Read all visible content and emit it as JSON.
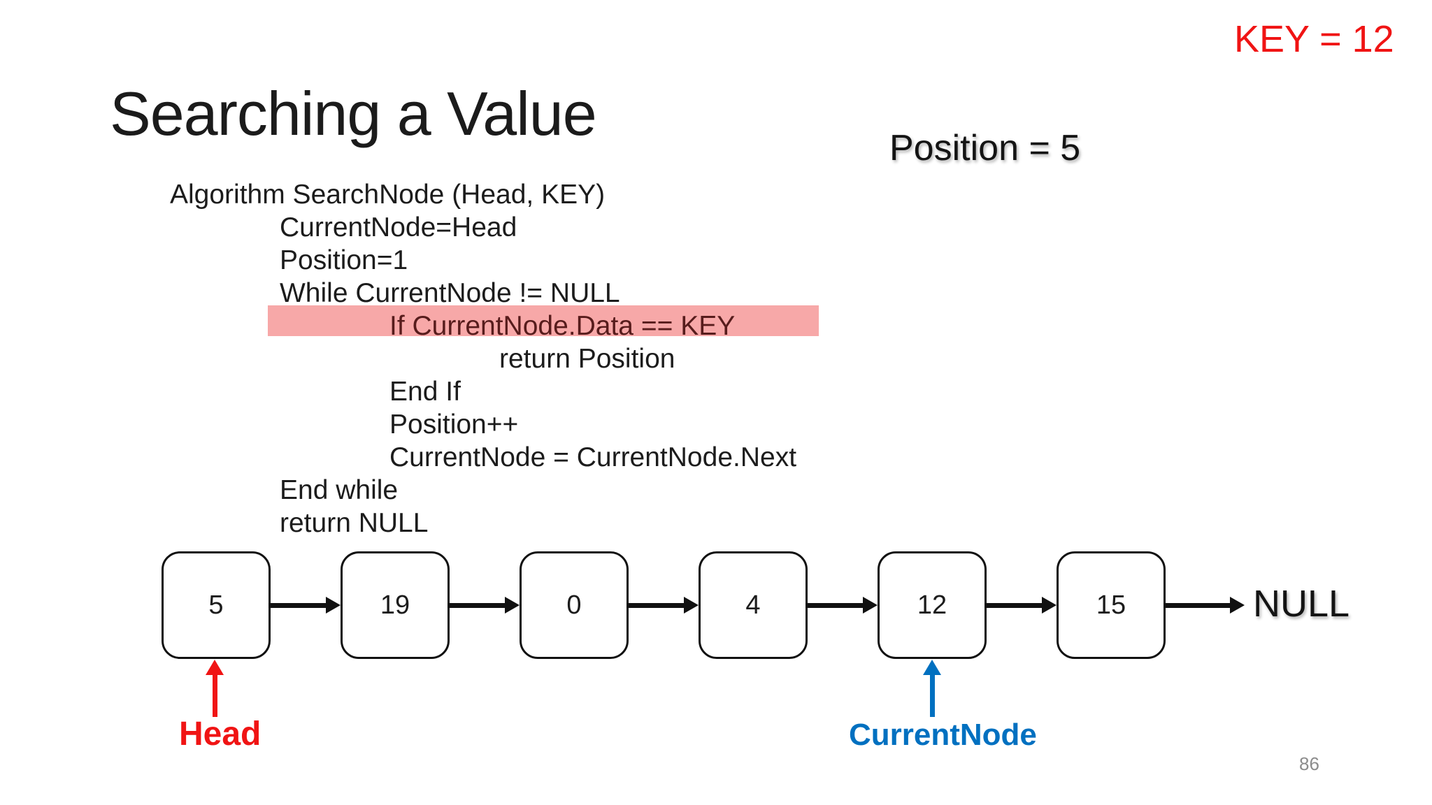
{
  "slide": {
    "key_label": "KEY = 12",
    "title": "Searching a Value",
    "position_label": "Position = 5",
    "page_number": "86"
  },
  "code": {
    "lines": [
      {
        "text": "Algorithm SearchNode (Head, KEY)",
        "indent": 0,
        "highlighted": false
      },
      {
        "text": "CurrentNode=Head",
        "indent": 1,
        "highlighted": false
      },
      {
        "text": "Position=1",
        "indent": 1,
        "highlighted": false
      },
      {
        "text": "While CurrentNode != NULL",
        "indent": 1,
        "highlighted": false
      },
      {
        "text": "If CurrentNode.Data == KEY",
        "indent": 2,
        "highlighted": true
      },
      {
        "text": "return Position",
        "indent": 3,
        "highlighted": false
      },
      {
        "text": "End If",
        "indent": 2,
        "highlighted": false
      },
      {
        "text": "Position++",
        "indent": 2,
        "highlighted": false
      },
      {
        "text": "CurrentNode = CurrentNode.Next",
        "indent": 2,
        "highlighted": false
      },
      {
        "text": "End while",
        "indent": 1,
        "highlighted": false
      },
      {
        "text": "return NULL",
        "indent": 1,
        "highlighted": false
      }
    ]
  },
  "linked_list": {
    "nodes": [
      "5",
      "19",
      "0",
      "4",
      "12",
      "15"
    ],
    "terminator": "NULL",
    "head_pointer": {
      "label": "Head",
      "node_index": 0
    },
    "current_pointer": {
      "label": "CurrentNode",
      "node_index": 4
    }
  },
  "colors": {
    "key_red": "#f01414",
    "pointer_red": "#f01414",
    "pointer_blue": "#0070c0",
    "highlight_background": "#f7a8a8",
    "highlight_text": "#571c1c",
    "page_number_gray": "#8c8c8c",
    "node_border": "#111111"
  }
}
